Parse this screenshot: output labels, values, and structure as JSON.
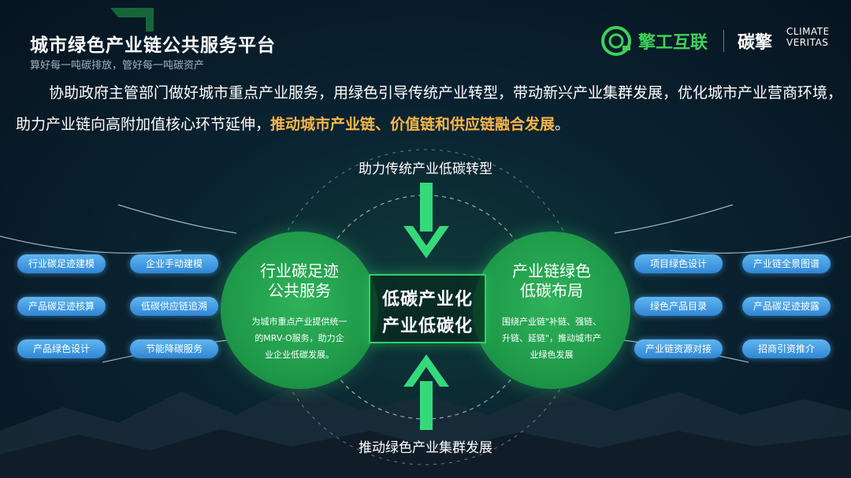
{
  "header": {
    "title": "城市绿色产业链公共服务平台",
    "subtitle": "算好每一吨碳排放，管好每一吨碳资产"
  },
  "logo": {
    "brand_cn": "擎工互联",
    "brand2_cn": "碳擎",
    "brand2_en_line1": "CLIMATE",
    "brand2_en_line2": "VERITAS"
  },
  "intro": {
    "text": "协助政府主管部门做好城市重点产业服务，用绿色引导传统产业转型，带动新兴产业集群发展，优化城市产业营商环境，助力产业链向高附加值核心环节延伸，",
    "highlight": "推动城市产业链、价值链和供应链融合发展",
    "end": "。"
  },
  "diagram": {
    "top_label": "助力传统产业低碳转型",
    "bottom_label": "推动绿色产业集群发展",
    "center_line1": "低碳产业化",
    "center_line2": "产业低碳化",
    "left_circle": {
      "title_line1": "行业碳足迹",
      "title_line2": "公共服务",
      "desc_line1": "为城市重点产业提供统一",
      "desc_line2": "的MRV-O服务，助力企",
      "desc_line3": "业企业低碳发展。"
    },
    "right_circle": {
      "title_line1": "产业链绿色",
      "title_line2": "低碳布局",
      "desc_line1": "围绕产业链\"补链、强链、",
      "desc_line2": "升链、延链\"，推动城市产",
      "desc_line3": "业绿色发展"
    }
  },
  "left_pills": [
    "行业碳足迹建模",
    "企业手动建模",
    "产品碳足迹核算",
    "低碳供应链追溯",
    "产品绿色设计",
    "节能降碳服务"
  ],
  "right_pills": [
    "项目绿色设计",
    "产业链全景图谱",
    "绿色产品目录",
    "产品碳足迹披露",
    "产业链资源对接",
    "招商引资推介"
  ],
  "colors": {
    "accent_green": "#2fd06a",
    "highlight_orange": "#f7b64a",
    "pill_blue": "#3b95e0"
  }
}
